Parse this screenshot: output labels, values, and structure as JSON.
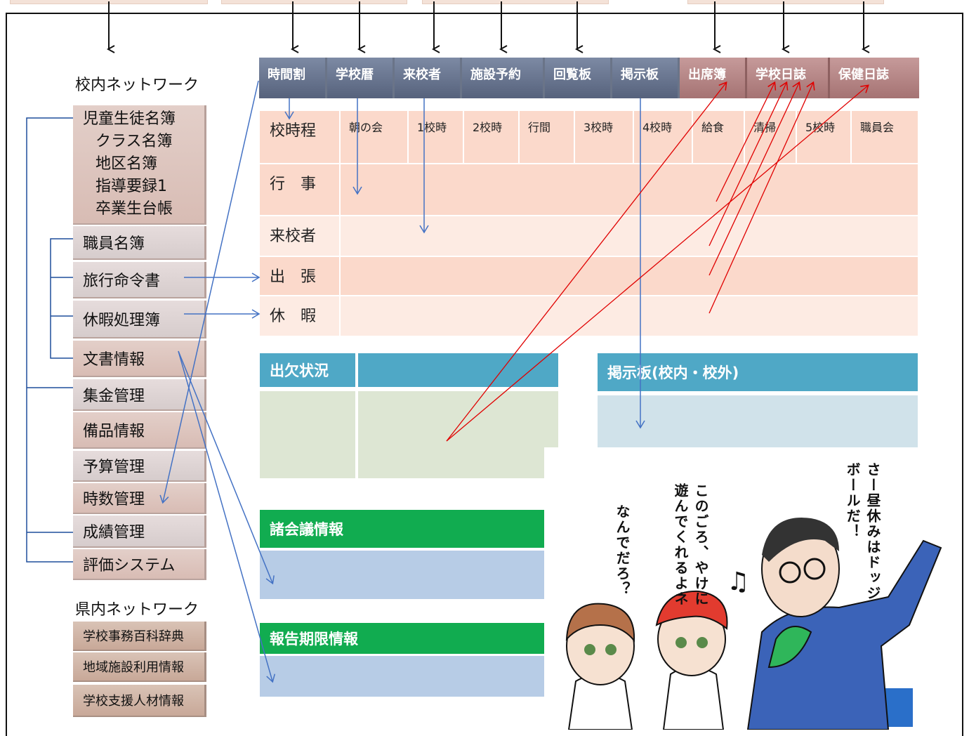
{
  "school_network": {
    "label": "校内ネットワーク",
    "student_group": [
      "児童生徒名簿",
      "クラス名簿",
      "地区名簿",
      "指導要録1",
      "卒業生台帳"
    ],
    "items": [
      "職員名簿",
      "旅行命令書",
      "休暇処理簿",
      "文書情報",
      "集金管理",
      "備品情報",
      "予算管理",
      "時数管理",
      "成績管理",
      "評価システム"
    ]
  },
  "pref_network": {
    "label": "県内ネットワーク",
    "items": [
      "学校事務百科辞典",
      "地域施設利用情報",
      "学校支援人材情報"
    ]
  },
  "tabs": [
    {
      "label": "時間割",
      "style": "blue"
    },
    {
      "label": "学校暦",
      "style": "blue"
    },
    {
      "label": "来校者",
      "style": "blue"
    },
    {
      "label": "施設予約",
      "style": "blue"
    },
    {
      "label": "回覧板",
      "style": "blue"
    },
    {
      "label": "掲示板",
      "style": "blue"
    },
    {
      "label": "出席簿",
      "style": "red"
    },
    {
      "label": "学校日誌",
      "style": "red"
    },
    {
      "label": "保健日誌",
      "style": "red"
    }
  ],
  "schedule": {
    "header_label": "校時程",
    "periods": [
      "朝の会",
      "1校時",
      "2校時",
      "行間",
      "3校時",
      "4校時",
      "給食",
      "清掃",
      "5校時",
      "職員会"
    ],
    "rows": [
      "行　事",
      "来校者",
      "出　張",
      "休　暇"
    ]
  },
  "attendance": {
    "title": "出欠状況"
  },
  "bulletin": {
    "title": "掲示板(校内・校外)"
  },
  "meetings": {
    "title": "諸会議情報"
  },
  "reports": {
    "title": "報告期限情報"
  },
  "illustration": {
    "speech_teacher": "さー昼休みはドッジボールだ！",
    "speech_boy": "このごろ、やけに遊んでくれるよネ",
    "speech_girl": "なんでだろ？"
  },
  "colors": {
    "tab_blue": "#5f6b86",
    "tab_red": "#b08080",
    "schedule_pink": "#fbd9cb",
    "header_blue": "#4fa8c6",
    "header_green": "#11ac50",
    "arrow_blue": "#4472c4",
    "arrow_red": "#e00000"
  }
}
